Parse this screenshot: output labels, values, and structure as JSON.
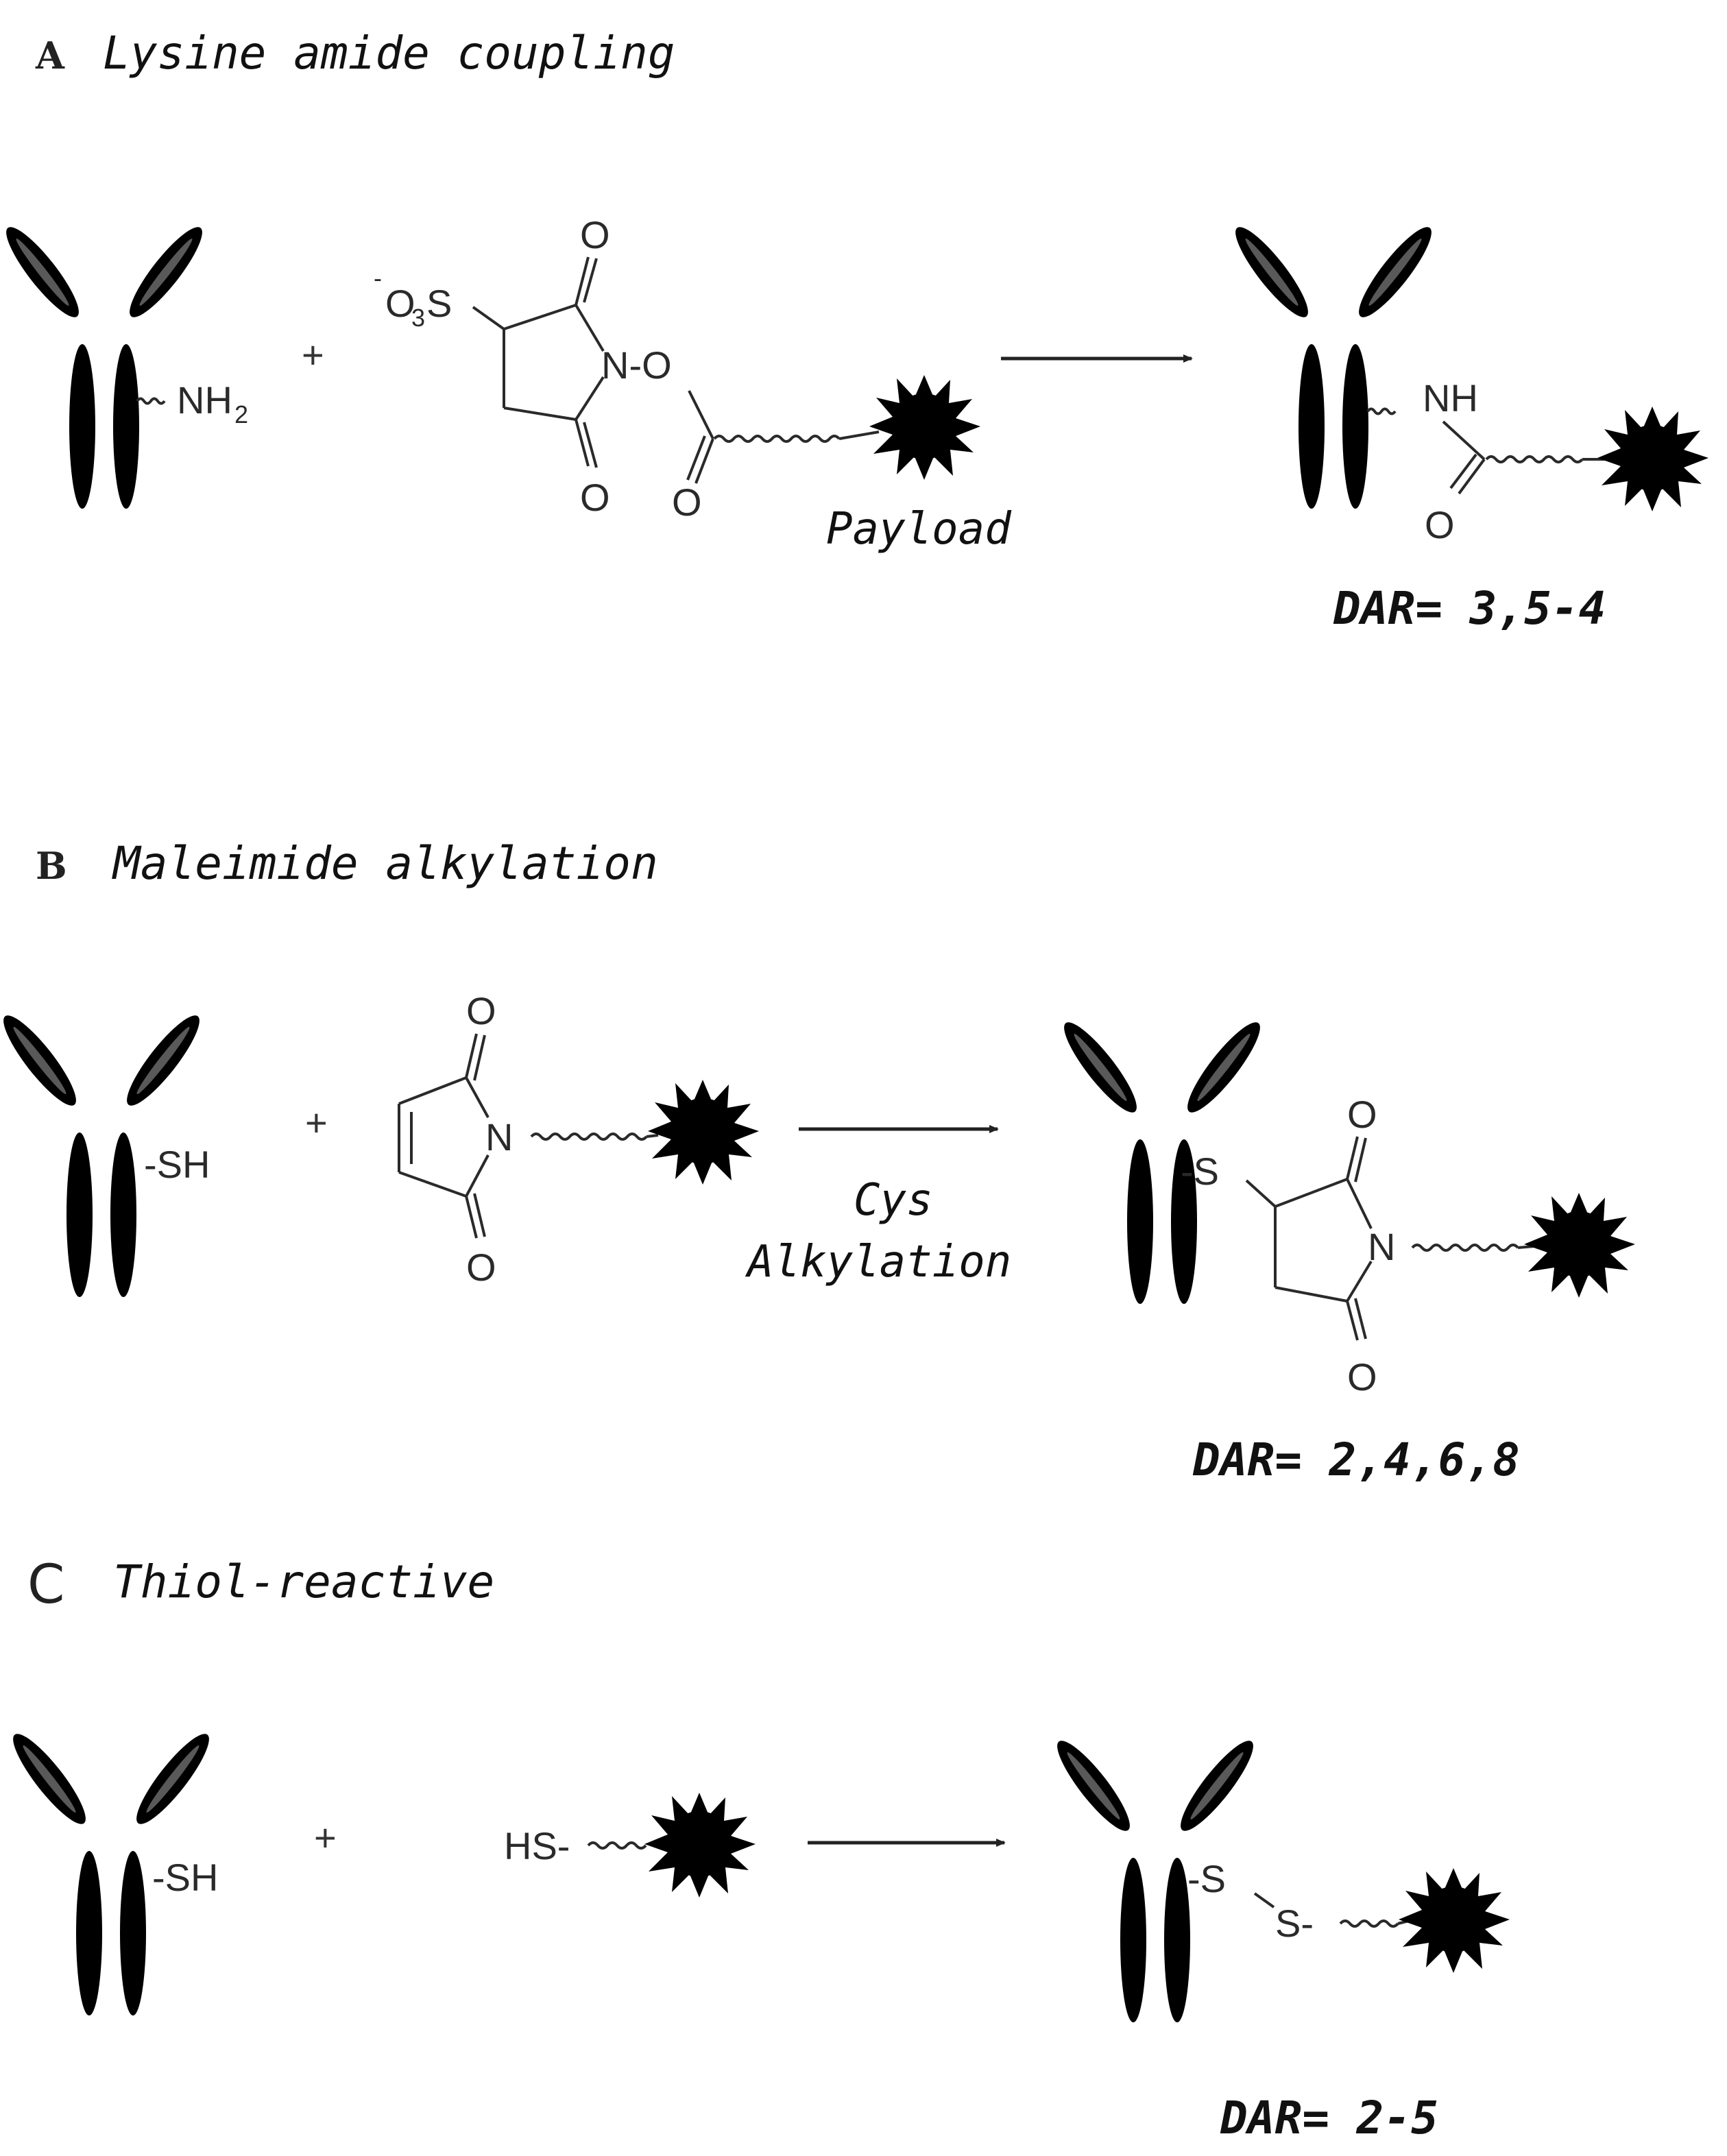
{
  "sections": [
    {
      "letter": "A",
      "title": "Lysine amide coupling",
      "reactant_group": "NH",
      "reactant_group_sub": "2",
      "reagent": {
        "sulfonate": "O",
        "sulfonate_sub": "3",
        "sulfonate_charge": "-",
        "sulfonate_atom": "S",
        "ring_o_top": "O",
        "ring_o_bottom": "O",
        "n_o": "N-O",
        "ester_o": "O"
      },
      "payload_label": "Payload",
      "product_group": "NH",
      "product_o": "O",
      "dar": "DAR= 3,5-4"
    },
    {
      "letter": "B",
      "title": "Maleimide alkylation",
      "reactant_group": "-SH",
      "reagent": {
        "o_top": "O",
        "n": "N",
        "o_bottom": "O"
      },
      "arrow_label_line1": "Cys",
      "arrow_label_line2": "Alkylation",
      "product": {
        "s": "-S",
        "o_top": "O",
        "n": "N",
        "o_bottom": "O"
      },
      "dar": "DAR= 2,4,6,8"
    },
    {
      "letter": "C",
      "title": "Thiol-reactive",
      "reactant_group": "-SH",
      "reagent_group": "HS-",
      "product_s1": "-S",
      "product_s2": "S-",
      "dar": "DAR= 2-5"
    }
  ],
  "plus": "+",
  "icons": [
    "antibody-icon",
    "payload-icon",
    "arrow-icon"
  ]
}
